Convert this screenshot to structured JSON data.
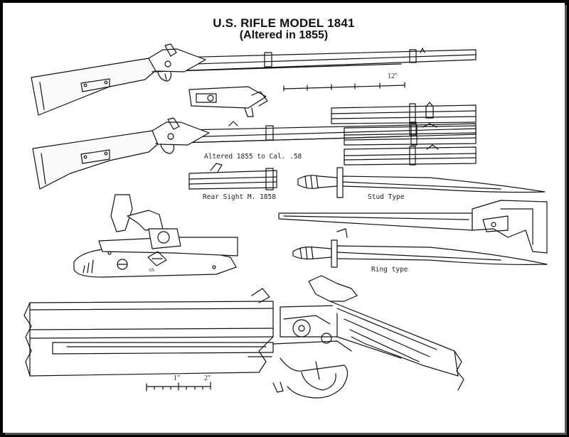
{
  "title": "U.S. RIFLE MODEL 1841",
  "subtitle": "(Altered in 1855)",
  "labels": {
    "altered": "Altered 1855 to Cal. .58",
    "rear_sight": "Rear Sight M. 1858",
    "stud_type": "Stud Type",
    "ring_type": "Ring type"
  },
  "scales": {
    "upper": "12\"",
    "lower_1": "1\"",
    "lower_2": "2\""
  },
  "lock_markings": {
    "eagle": "US"
  },
  "colors": {
    "ink": "#111111",
    "paper": "#ffffff",
    "border": "#000000"
  }
}
